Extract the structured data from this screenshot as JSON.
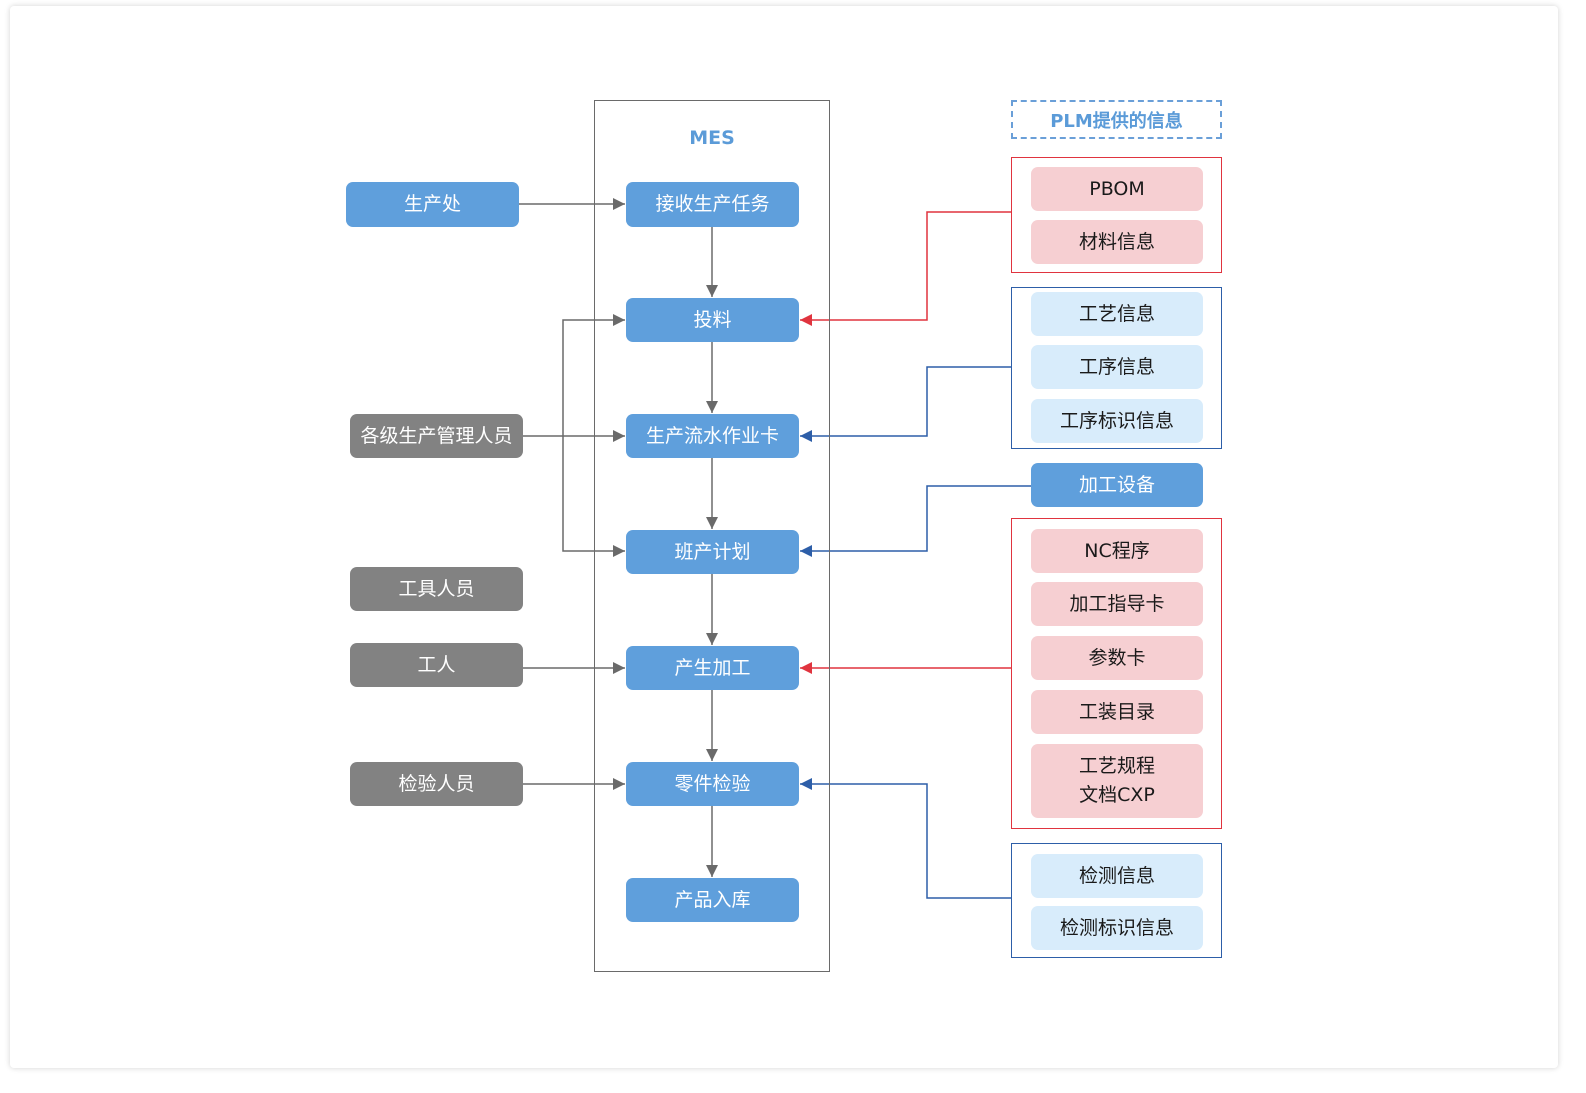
{
  "colors": {
    "flow_box": "#5f9fdc",
    "actor_box": "#828282",
    "plm_red_item": "#f6cfd2",
    "plm_blue_item": "#d8ecfb",
    "red_connector": "#e0343f",
    "blue_connector": "#2d5ea8",
    "gray_connector": "#6a6a6a"
  },
  "mes": {
    "title": "MES",
    "steps": [
      "接收生产任务",
      "投料",
      "生产流水作业卡",
      "班产计划",
      "产生加工",
      "零件检验",
      "产品入库"
    ]
  },
  "actors": {
    "production_office": "生产处",
    "managers": "各级生产管理人员",
    "tool_staff": "工具人员",
    "workers": "工人",
    "inspectors": "检验人员"
  },
  "plm": {
    "title": "PLM提供的信息",
    "group_material": [
      "PBOM",
      "材料信息"
    ],
    "group_process": [
      "工艺信息",
      "工序信息",
      "工序标识信息"
    ],
    "equipment": "加工设备",
    "group_machining": [
      "NC程序",
      "加工指导卡",
      "参数卡",
      "工装目录",
      "工艺规程\n文档CXP"
    ],
    "group_inspection": [
      "检测信息",
      "检测标识信息"
    ]
  }
}
